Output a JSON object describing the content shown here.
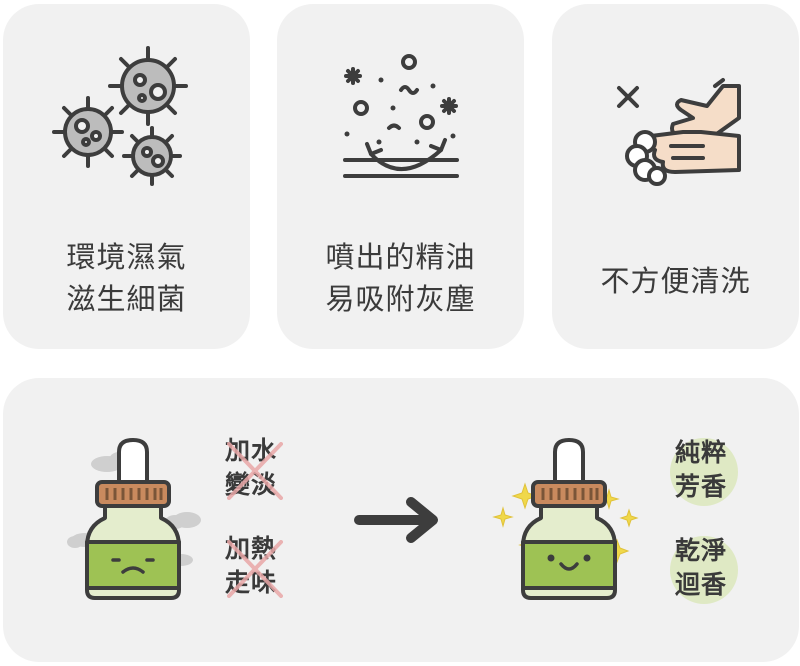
{
  "cards": [
    {
      "line1": "環境濕氣",
      "line2": "滋生細菌",
      "icon": "bacteria-icon"
    },
    {
      "line1": "噴出的精油",
      "line2": "易吸附灰塵",
      "icon": "dust-particles-icon"
    },
    {
      "line1": "不方便清洗",
      "icon": "hand-washing-icon"
    }
  ],
  "before": {
    "labels": [
      {
        "line1": "加水",
        "line2": "變淡"
      },
      {
        "line1": "加熱",
        "line2": "走味"
      }
    ],
    "bottle_icon": "sad-oil-bottle-icon"
  },
  "after": {
    "labels": [
      {
        "line1": "純粹",
        "line2": "芳香"
      },
      {
        "line1": "乾淨",
        "line2": "迴香"
      }
    ],
    "bottle_icon": "happy-oil-bottle-icon"
  },
  "colors": {
    "card_bg": "#f1f1f1",
    "outline": "#3d3d3d",
    "oil_green": "#9ec254",
    "bottle_light": "#e4edcd",
    "cap_orange": "#c98a5e",
    "sparkle_yellow": "#f0d84a",
    "cross_red": "#e9a8a8",
    "good_circle": "#dfe9c4"
  }
}
